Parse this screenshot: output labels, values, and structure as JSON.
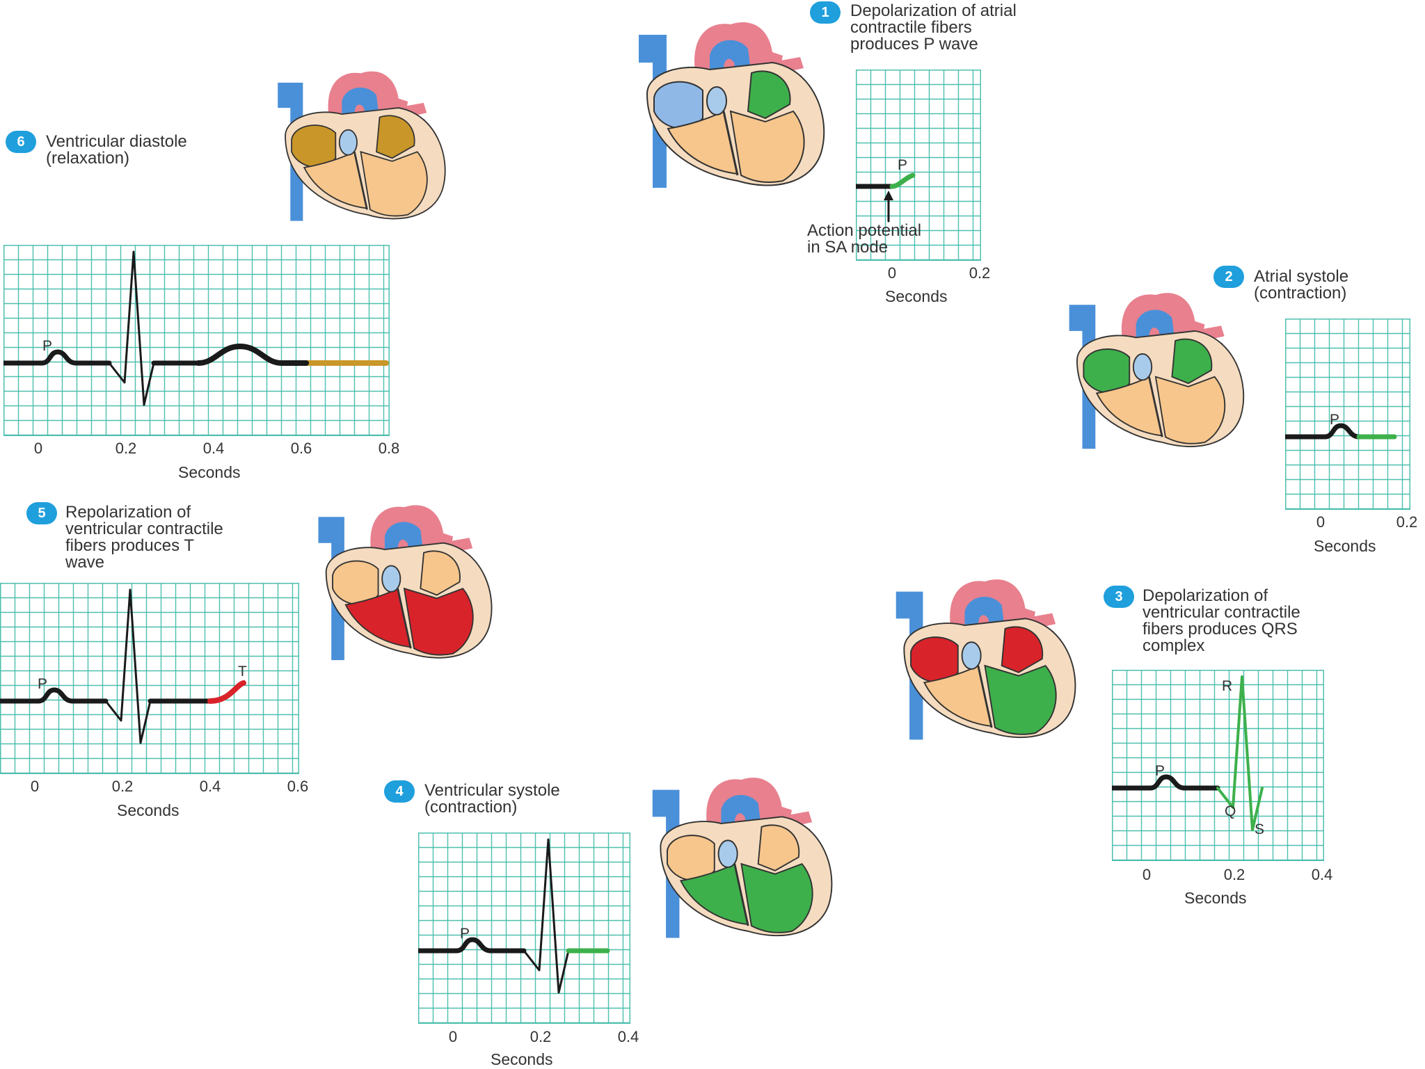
{
  "steps": [
    {
      "number": "1",
      "caption": [
        "Depolarization of atrial",
        "contractile fibers",
        "produces P wave"
      ],
      "note": [
        "Action potential",
        "in SA node"
      ],
      "wave_label": "P",
      "ticks": [
        "0",
        "0.2"
      ],
      "xlabel": "Seconds"
    },
    {
      "number": "2",
      "caption": [
        "Atrial systole",
        "(contraction)"
      ],
      "wave_label": "P",
      "ticks": [
        "0",
        "0.2"
      ],
      "xlabel": "Seconds"
    },
    {
      "number": "3",
      "caption": [
        "Depolarization of",
        "ventricular contractile",
        "fibers produces QRS",
        "complex"
      ],
      "wave_labels": {
        "p": "P",
        "q": "Q",
        "r": "R",
        "s": "S"
      },
      "ticks": [
        "0",
        "0.2",
        "0.4"
      ],
      "xlabel": "Seconds"
    },
    {
      "number": "4",
      "caption": [
        "Ventricular systole",
        "(contraction)"
      ],
      "wave_label": "P",
      "ticks": [
        "0",
        "0.2",
        "0.4"
      ],
      "xlabel": "Seconds"
    },
    {
      "number": "5",
      "caption": [
        "Repolarization of",
        "ventricular contractile",
        "fibers produces T",
        "wave"
      ],
      "wave_labels": {
        "p": "P",
        "t": "T"
      },
      "ticks": [
        "0",
        "0.2",
        "0.4",
        "0.6"
      ],
      "xlabel": "Seconds"
    },
    {
      "number": "6",
      "caption": [
        "Ventricular diastole",
        "(relaxation)"
      ],
      "wave_label": "P",
      "ticks": [
        "0",
        "0.2",
        "0.4",
        "0.6",
        "0.8"
      ],
      "xlabel": "Seconds"
    }
  ],
  "colors": {
    "grid": "#4dbfae",
    "trace": "#1a1a1a",
    "green": "#3db04b",
    "red": "#d9232a",
    "gold": "#c9962a",
    "badge": "#1f9fdc",
    "vessel_blue": "#4a90d9",
    "pink": "#e8808e",
    "chamber_tan": "#f7c68c",
    "heart_outline": "#f5dcc0"
  }
}
